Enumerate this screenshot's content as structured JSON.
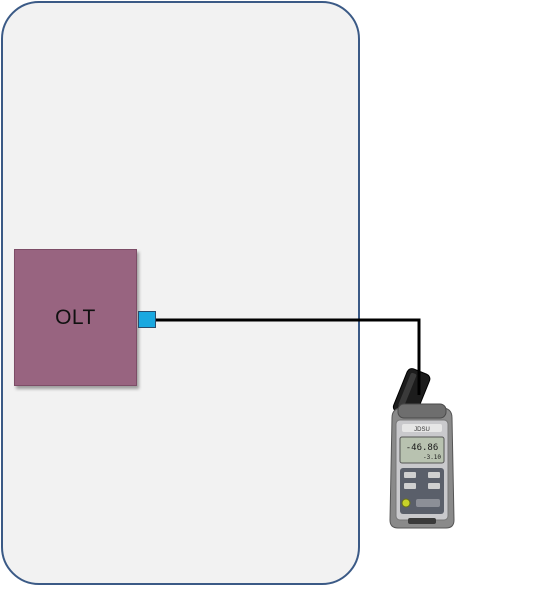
{
  "diagram": {
    "olt": {
      "label": "OLT",
      "color": "#986480"
    },
    "port": {
      "color": "#1aa8e0"
    },
    "power_meter": {
      "brand": "JDSU",
      "main_reading": "-46.86",
      "sub_reading": "-3.10"
    },
    "colors": {
      "room_border": "#3b5a86",
      "room_fill": "#f2f2f2",
      "fiber": "#000000"
    }
  }
}
